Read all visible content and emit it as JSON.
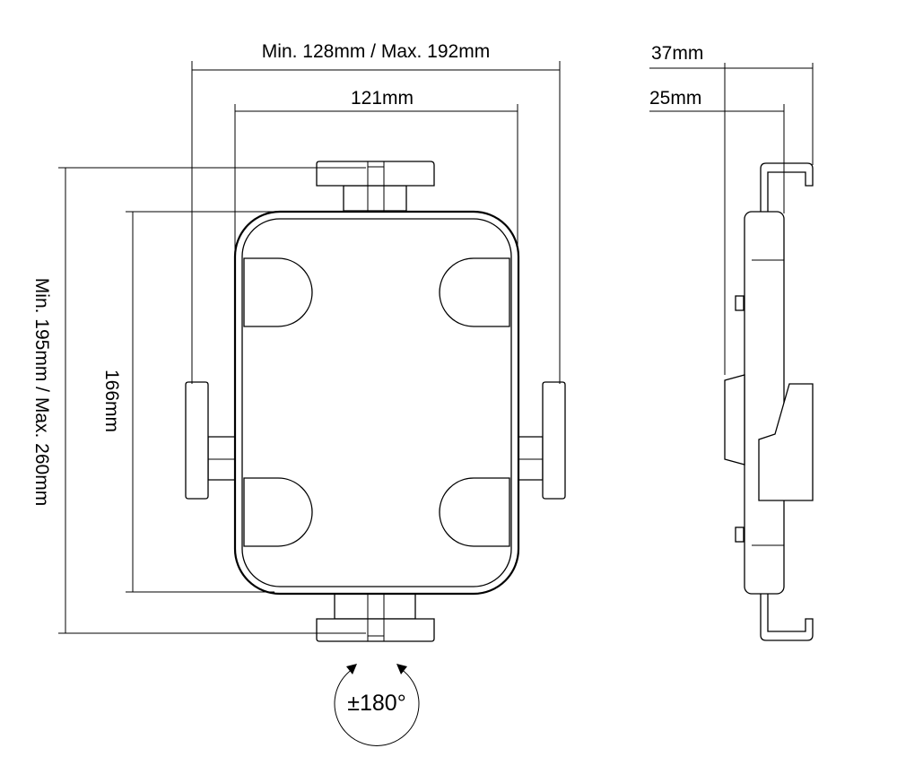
{
  "dimensions": {
    "width_range": "Min. 128mm / Max. 192mm",
    "inner_width": "121mm",
    "height_range": "Min. 195mm / Max. 260mm",
    "inner_height": "166mm",
    "depth_total": "37mm",
    "depth_body": "25mm",
    "rotation": "±180°"
  }
}
